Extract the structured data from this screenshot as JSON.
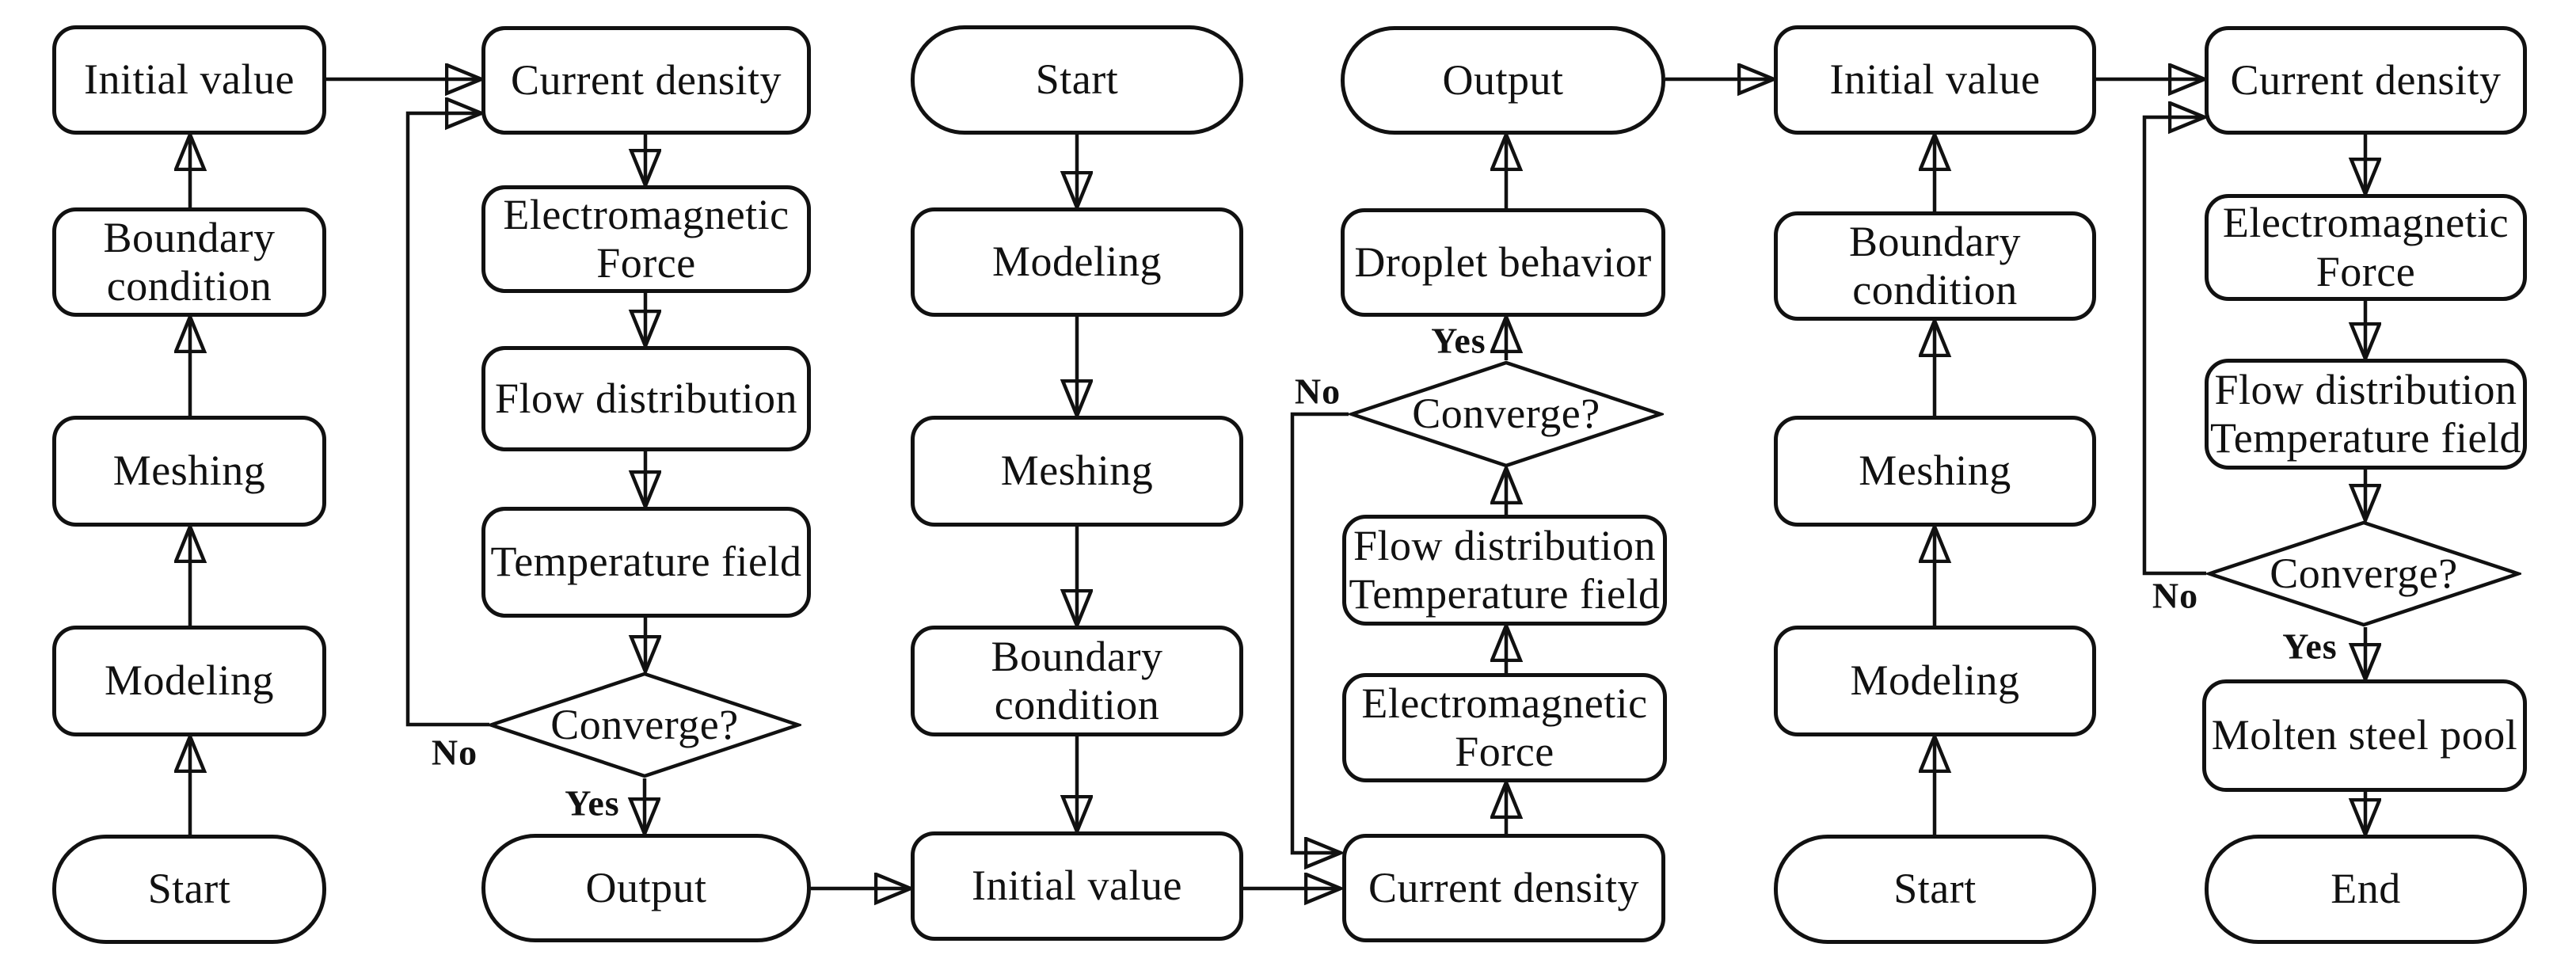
{
  "colors": {
    "background": "#ffffff",
    "stroke": "#111111",
    "text": "#111111"
  },
  "nodes": {
    "c1_initial_value": "Initial value",
    "c1_boundary_condition": "Boundary\ncondition",
    "c1_meshing": "Meshing",
    "c1_modeling": "Modeling",
    "c1_start": "Start",
    "c2_current_density": "Current density",
    "c2_electromagnetic_force": "Electromagnetic\nForce",
    "c2_flow_distribution": "Flow distribution",
    "c2_temperature_field": "Temperature field",
    "c2_converge": "Converge?",
    "c2_output": "Output",
    "c3_start": "Start",
    "c3_modeling": "Modeling",
    "c3_meshing": "Meshing",
    "c3_boundary_condition": "Boundary\ncondition",
    "c3_initial_value": "Initial value",
    "c4_output": "Output",
    "c4_droplet_behavior": "Droplet behavior",
    "c4_converge": "Converge?",
    "c4_flow_temp": "Flow distribution\nTemperature field",
    "c4_electromagnetic_force": "Electromagnetic\nForce",
    "c4_current_density": "Current density",
    "c5_initial_value": "Initial value",
    "c5_boundary_condition": "Boundary\ncondition",
    "c5_meshing": "Meshing",
    "c5_modeling": "Modeling",
    "c5_start": "Start",
    "c6_current_density": "Current density",
    "c6_electromagnetic_force": "Electromagnetic\nForce",
    "c6_flow_temp": "Flow distribution\nTemperature field",
    "c6_converge": "Converge?",
    "c6_molten_steel_pool": "Molten steel pool",
    "c6_end": "End"
  },
  "edge_labels": {
    "c2_no": "No",
    "c2_yes": "Yes",
    "c4_no": "No",
    "c4_yes": "Yes",
    "c6_no": "No",
    "c6_yes": "Yes"
  }
}
